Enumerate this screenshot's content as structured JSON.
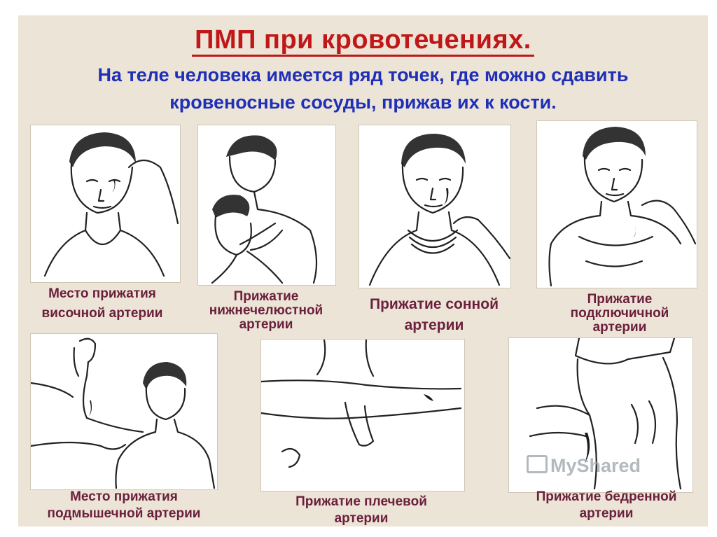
{
  "title": "ПМП при кровотечениях.",
  "subtitle_line1": "На теле человека имеется ряд точек, где можно сдавить",
  "subtitle_line2": "кровеносные сосуды, прижав их к кости.",
  "captions": {
    "temporal_line1": "Место прижатия",
    "temporal_line2": "височной артерии",
    "mandibular_line1": "Прижатие",
    "mandibular_line2": "нижнечелюстной",
    "mandibular_line3": "артерии",
    "carotid_line1": "Прижатие сонной",
    "carotid_line2": "артерии",
    "subclavian_line1": "Прижатие",
    "subclavian_line2": "подключичной",
    "subclavian_line3": "артерии",
    "axillary_line1": "Место прижатия",
    "axillary_line2": "подмышечной артерии",
    "brachial_line1": "Прижатие плечевой",
    "brachial_line2": "артерии",
    "femoral_line1": "Прижатие бедренной",
    "femoral_line2": "артерии"
  },
  "watermark": "MyShared"
}
